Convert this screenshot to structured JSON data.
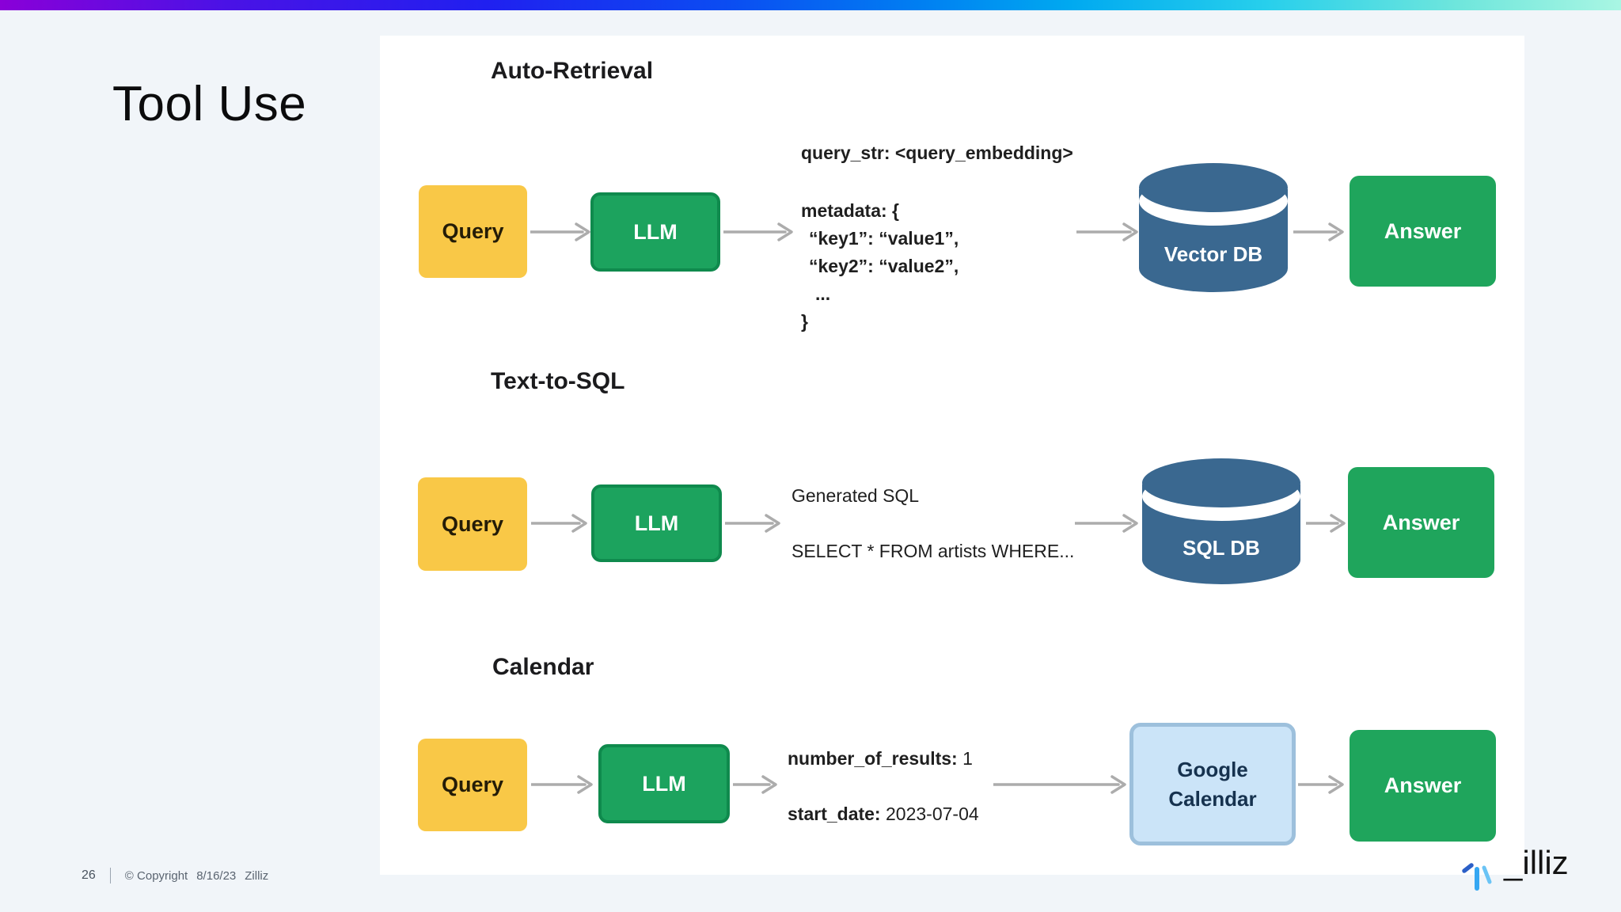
{
  "slide": {
    "title": "Tool Use",
    "footer": {
      "page_number": "26",
      "copyright": "© Copyright",
      "date": "8/16/23",
      "company": "Zilliz"
    },
    "logo_text": "_illiz"
  },
  "sections": [
    {
      "heading": "Auto-Retrieval",
      "nodes": {
        "query": "Query",
        "llm": "LLM",
        "db": "Vector DB",
        "answer": "Answer"
      },
      "annotation": {
        "line1": "query_str: <query_embedding>",
        "line2": "metadata: {",
        "line3": "“key1”: “value1”,",
        "line4": "“key2”: “value2”,",
        "line5": "...",
        "line6": "}"
      }
    },
    {
      "heading": "Text-to-SQL",
      "nodes": {
        "query": "Query",
        "llm": "LLM",
        "db": "SQL DB",
        "answer": "Answer"
      },
      "annotation": {
        "title": "Generated SQL",
        "body": "SELECT * FROM artists WHERE..."
      }
    },
    {
      "heading": "Calendar",
      "nodes": {
        "query": "Query",
        "llm": "LLM",
        "tool": "Google Calendar",
        "answer": "Answer"
      },
      "annotation": {
        "label1": "number_of_results:",
        "value1": " 1",
        "label2": "start_date:",
        "value2": " 2023-07-04"
      }
    }
  ],
  "icons": {
    "arrow": "right-arrow",
    "database": "database-cylinder",
    "logo_mark": "zilliz-spark"
  },
  "colors": {
    "background": "#F1F5F9",
    "panel": "#FFFFFF",
    "gradient_left": "#8A00D8",
    "gradient_mid": "#0B4DF2",
    "gradient_right": "#A9F6E3",
    "query_yellow": "#F9C847",
    "llm_green": "#1CA35E",
    "llm_border": "#0F8A4D",
    "answer_green": "#1FA55C",
    "db_blue": "#3A6890",
    "gcal_fill": "#CBE4F8",
    "gcal_border": "#9DC0DC",
    "arrow_gray": "#ACACAC"
  }
}
